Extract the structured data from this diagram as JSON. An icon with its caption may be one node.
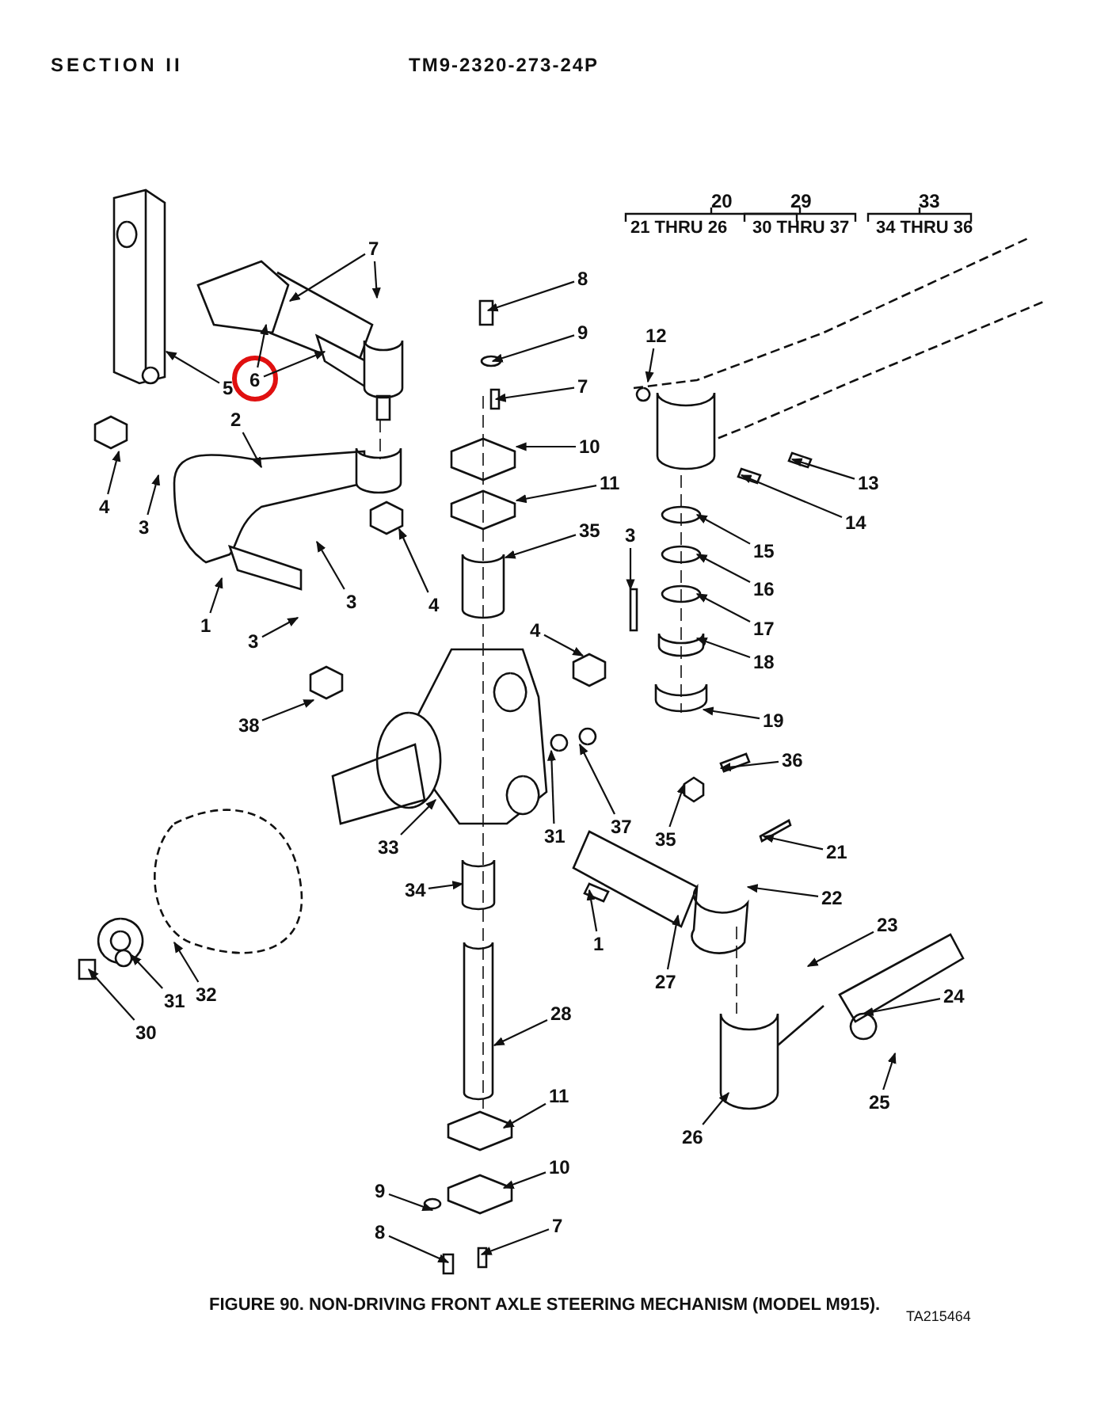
{
  "diagram": {
    "caption": "FIGURE 90. NON-DRIVING FRONT AXLE STEERING MECHANISM (MODEL M915).",
    "nodes": [
      {
        "text": [
          "7"
        ]
      },
      {
        "text": [
          "5"
        ]
      },
      {
        "text": [
          "6"
        ]
      },
      {
        "text": [
          "8"
        ]
      },
      {
        "text": [
          "9"
        ]
      },
      {
        "text": [
          "7"
        ]
      },
      {
        "text": [
          "10"
        ]
      },
      {
        "text": [
          "11"
        ]
      },
      {
        "text": [
          "12"
        ]
      },
      {
        "text": [
          "2"
        ]
      },
      {
        "text": [
          "4"
        ]
      },
      {
        "text": [
          "3"
        ]
      },
      {
        "text": [
          "3"
        ]
      },
      {
        "text": [
          "4"
        ]
      },
      {
        "text": [
          "35"
        ]
      },
      {
        "text": [
          "13"
        ]
      },
      {
        "text": [
          "14"
        ]
      },
      {
        "text": [
          "15"
        ]
      },
      {
        "text": [
          "16"
        ]
      },
      {
        "text": [
          "17"
        ]
      },
      {
        "text": [
          "18"
        ]
      },
      {
        "text": [
          "19"
        ]
      },
      {
        "text": [
          "1"
        ]
      },
      {
        "text": [
          "3"
        ]
      },
      {
        "text": [
          "3"
        ]
      },
      {
        "text": [
          "4"
        ]
      },
      {
        "text": [
          "38"
        ]
      },
      {
        "text": [
          "37"
        ]
      },
      {
        "text": [
          "31"
        ]
      },
      {
        "text": [
          "36"
        ]
      },
      {
        "text": [
          "35"
        ]
      },
      {
        "text": [
          "33"
        ]
      },
      {
        "text": [
          "21"
        ]
      },
      {
        "text": [
          "22"
        ]
      },
      {
        "text": [
          "34"
        ]
      },
      {
        "text": [
          "1"
        ]
      },
      {
        "text": [
          "23"
        ]
      },
      {
        "text": [
          "27"
        ]
      },
      {
        "text": [
          "24"
        ]
      },
      {
        "text": [
          "32"
        ]
      },
      {
        "text": [
          "30"
        ]
      },
      {
        "text": [
          "31"
        ]
      },
      {
        "text": [
          "28"
        ]
      },
      {
        "text": [
          "25"
        ]
      },
      {
        "text": [
          "26"
        ]
      },
      {
        "text": [
          "11"
        ]
      },
      {
        "text": [
          "10"
        ]
      },
      {
        "text": [
          "9"
        ]
      },
      {
        "text": [
          "8"
        ]
      },
      {
        "text": [
          "7"
        ]
      }
    ],
    "edges": [
      {
        "from": 0,
        "to": null,
        "arrow": "to"
      },
      {
        "from": 0,
        "to": null,
        "arrow": "to"
      },
      {
        "from": 1,
        "to": null,
        "arrow": "to"
      },
      {
        "from": 2,
        "to": null,
        "arrow": "to"
      },
      {
        "from": 2,
        "to": null,
        "arrow": "to"
      },
      {
        "from": 3,
        "to": null,
        "arrow": "to"
      },
      {
        "from": 4,
        "to": null,
        "arrow": "to"
      },
      {
        "from": 5,
        "to": null,
        "arrow": "to"
      },
      {
        "from": 6,
        "to": null,
        "arrow": "to"
      },
      {
        "from": 7,
        "to": null,
        "arrow": "to"
      },
      {
        "from": 8,
        "to": null,
        "arrow": "to"
      },
      {
        "from": 9,
        "to": null,
        "arrow": "to"
      },
      {
        "from": 10,
        "to": null,
        "arrow": "to"
      },
      {
        "from": 11,
        "to": null,
        "arrow": "to"
      },
      {
        "from": 12,
        "to": null,
        "arrow": "to"
      },
      {
        "from": 13,
        "to": null,
        "arrow": "to"
      },
      {
        "from": 14,
        "to": null,
        "arrow": "to"
      },
      {
        "from": 15,
        "to": null,
        "arrow": "to"
      },
      {
        "from": 16,
        "to": null,
        "arrow": "to"
      },
      {
        "from": 17,
        "to": null,
        "arrow": "to"
      },
      {
        "from": 18,
        "to": null,
        "arrow": "to"
      },
      {
        "from": 19,
        "to": null,
        "arrow": "to"
      },
      {
        "from": 20,
        "to": null,
        "arrow": "to"
      },
      {
        "from": 21,
        "to": null,
        "arrow": "to"
      },
      {
        "from": 22,
        "to": null,
        "arrow": "to"
      },
      {
        "from": 23,
        "to": null,
        "arrow": "to"
      },
      {
        "from": 24,
        "to": null,
        "arrow": "to"
      },
      {
        "from": 25,
        "to": null,
        "arrow": "to"
      },
      {
        "from": 26,
        "to": null,
        "arrow": "to"
      },
      {
        "from": 27,
        "to": null,
        "arrow": "to"
      },
      {
        "from": 28,
        "to": null,
        "arrow": "to"
      },
      {
        "from": 29,
        "to": null,
        "arrow": "to"
      },
      {
        "from": 30,
        "to": null,
        "arrow": "to"
      },
      {
        "from": 31,
        "to": null,
        "arrow": "to"
      },
      {
        "from": 32,
        "to": null,
        "arrow": "to"
      },
      {
        "from": 33,
        "to": null,
        "arrow": "to"
      },
      {
        "from": 34,
        "to": null,
        "arrow": "to"
      },
      {
        "from": 35,
        "to": null,
        "arrow": "to"
      },
      {
        "from": 36,
        "to": null,
        "arrow": "to"
      },
      {
        "from": 37,
        "to": null,
        "arrow": "to"
      },
      {
        "from": 38,
        "to": null,
        "arrow": "to"
      },
      {
        "from": 39,
        "to": null,
        "arrow": "to"
      },
      {
        "from": 40,
        "to": null,
        "arrow": "to"
      },
      {
        "from": 41,
        "to": null,
        "arrow": "to"
      },
      {
        "from": 42,
        "to": null,
        "arrow": "to"
      },
      {
        "from": 43,
        "to": null,
        "arrow": "to"
      },
      {
        "from": 44,
        "to": null,
        "arrow": "to"
      },
      {
        "from": 45,
        "to": null,
        "arrow": "to"
      },
      {
        "from": 46,
        "to": null,
        "arrow": "to"
      },
      {
        "from": 47,
        "to": null,
        "arrow": "to"
      },
      {
        "from": 48,
        "to": null,
        "arrow": "to"
      },
      {
        "from": 49,
        "to": null,
        "arrow": "to"
      }
    ],
    "labels": [
      "SECTION II",
      "TM9-2320-273-24P",
      "20",
      "21 THRU 26",
      "29",
      "30 THRU 37",
      "33",
      "34 THRU 36",
      "TA215464"
    ]
  }
}
